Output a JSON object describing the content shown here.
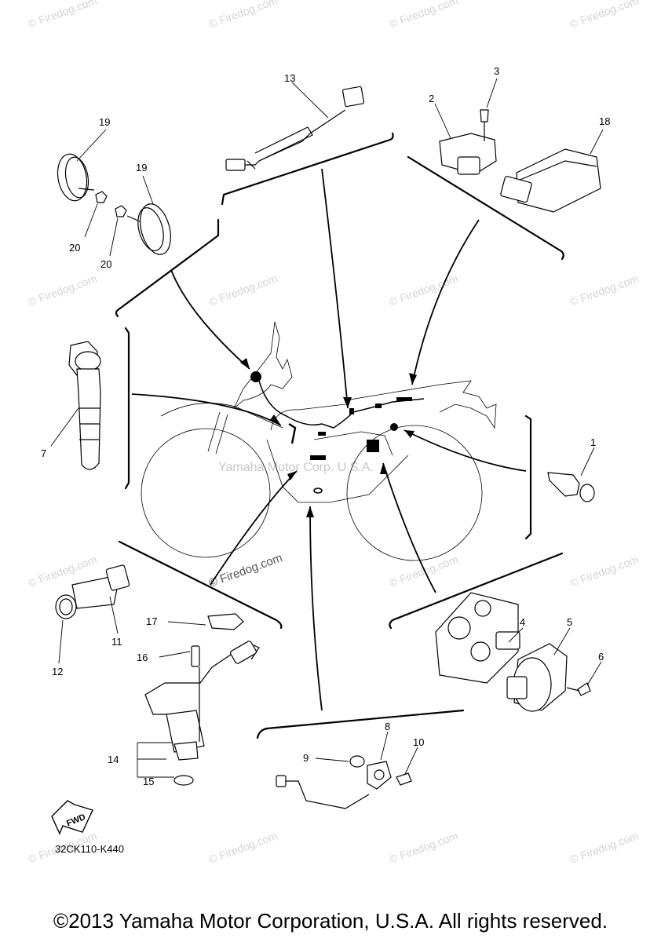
{
  "watermark": {
    "text": "© Firedog.com",
    "center_text": "Yamaha Motor Corp. U.S.A."
  },
  "callouts": {
    "c1": "1",
    "c2": "2",
    "c3": "3",
    "c4": "4",
    "c5": "5",
    "c6": "6",
    "c7": "7",
    "c8": "8",
    "c9": "9",
    "c10": "10",
    "c11": "11",
    "c12": "12",
    "c13": "13",
    "c14": "14",
    "c15": "15",
    "c16": "16",
    "c17": "17",
    "c18": "18",
    "c19a": "19",
    "c19b": "19",
    "c20a": "20",
    "c20b": "20"
  },
  "badge": {
    "fwd": "FWD"
  },
  "diagram_code": "32CK110-K440",
  "footer": {
    "copyright": "©2013 Yamaha Motor Corporation, U.S.A. All rights reserved."
  }
}
